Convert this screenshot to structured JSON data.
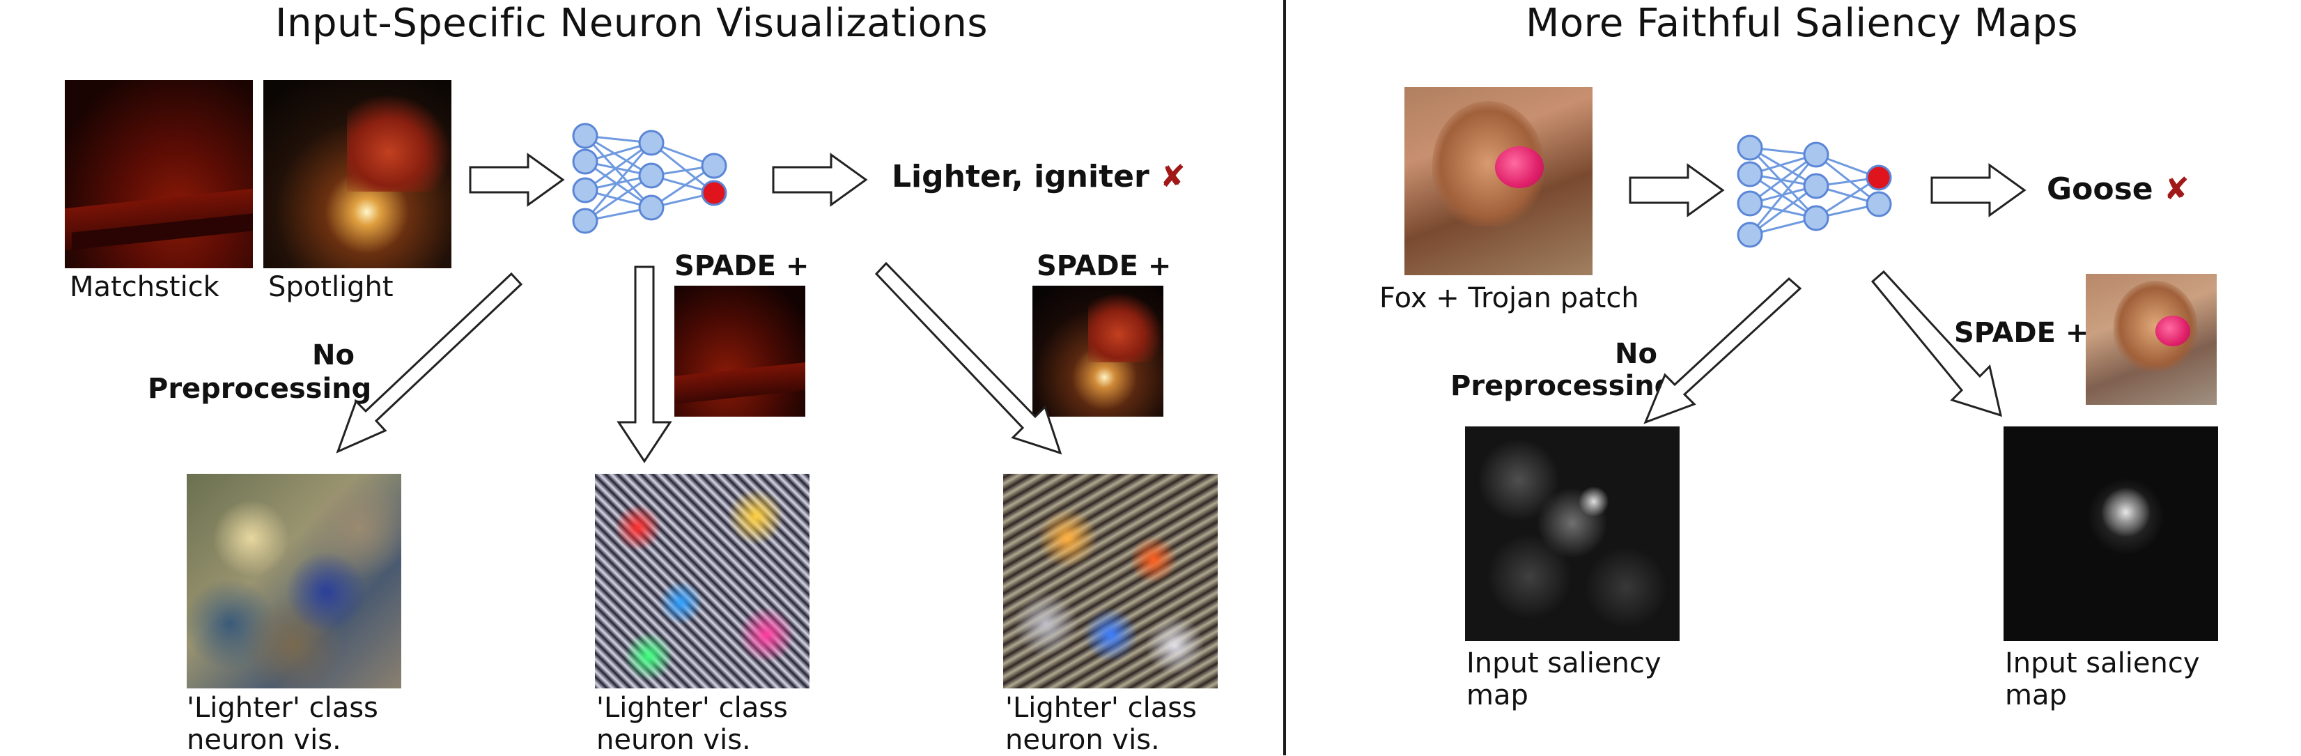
{
  "left_panel": {
    "title": "Input-Specific Neuron Visualizations",
    "inputs": [
      {
        "label": "Matchstick"
      },
      {
        "label": "Spotlight"
      }
    ],
    "prediction": "Lighter, igniter",
    "prediction_mark": "✘",
    "branches": [
      {
        "label_line1": "No",
        "label_line2": "Preprocessing",
        "caption_line1": "'Lighter' class",
        "caption_line2": "neuron vis."
      },
      {
        "label": "SPADE +",
        "caption_line1": "'Lighter' class",
        "caption_line2": "neuron vis."
      },
      {
        "label": "SPADE +",
        "caption_line1": "'Lighter' class",
        "caption_line2": "neuron vis."
      }
    ]
  },
  "right_panel": {
    "title": "More Faithful Saliency Maps",
    "input_label": "Fox + Trojan patch",
    "prediction": "Goose",
    "prediction_mark": "✘",
    "branches": [
      {
        "label_line1": "No",
        "label_line2": "Preprocessing",
        "caption_line1": "Input saliency",
        "caption_line2": " map"
      },
      {
        "label": "SPADE +",
        "caption_line1": "Input saliency",
        "caption_line2": " map"
      }
    ]
  },
  "colors": {
    "node_fill": "#a9c6ef",
    "node_stroke": "#5b86d6",
    "edge": "#6f9ae0",
    "output_node": "#e0141c",
    "cross": "#a01818"
  }
}
